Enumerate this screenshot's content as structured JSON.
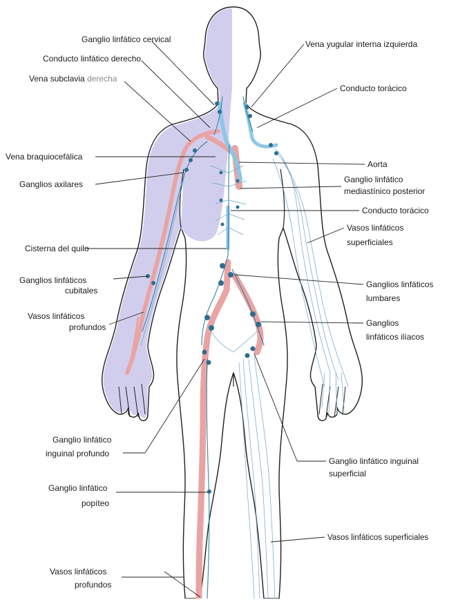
{
  "labels": {
    "ganglio_cervical": "Ganglio linfático cervical",
    "conducto_derecho": "Conducto linfático derecho",
    "vena_subclavia": "Vena subclavia",
    "vena_subclavia_suffix": "derecha",
    "vena_braquiocefalica": "Vena braquiocefálica",
    "ganglios_axilares": "Ganglios axilares",
    "cisterna": "Cisterna del quilo",
    "cubitales_1": "Ganglios linfáticos",
    "cubitales_2": "cubitales",
    "vasos_profundos_brazo_1": "Vasos linfáticos",
    "vasos_profundos_brazo_2": "profundos",
    "inguinal_profundo_1": "Ganglio linfático",
    "inguinal_profundo_2": "inguinal profundo",
    "popliteo_1": "Ganglio linfático",
    "popliteo_2": "popíteo",
    "vasos_profundos_pierna_1": "Vasos linfáticos",
    "vasos_profundos_pierna_2": "profundos",
    "vena_yugular": "Vena yugular interna izquierda",
    "conducto_toracico_1": "Conducto torácico",
    "aorta": "Aorta",
    "mediastinico_1": "Ganglio linfático",
    "mediastinico_2": "mediastínico posterior",
    "conducto_toracico_2": "Conducto torácico",
    "vasos_superficiales_brazo_1": "Vasos linfáticos",
    "vasos_superficiales_brazo_2": "superficiales",
    "lumbares_1": "Ganglios linfáticos",
    "lumbares_2": "lumbares",
    "iliacos_1": "Ganglios",
    "iliacos_2": "linfáticos ilíacos",
    "inguinal_superficial_1": "Ganglio linfático inguinal",
    "inguinal_superficial_2": "superficial",
    "vasos_superficiales_pierna": "Vasos linfáticos superficiales"
  }
}
